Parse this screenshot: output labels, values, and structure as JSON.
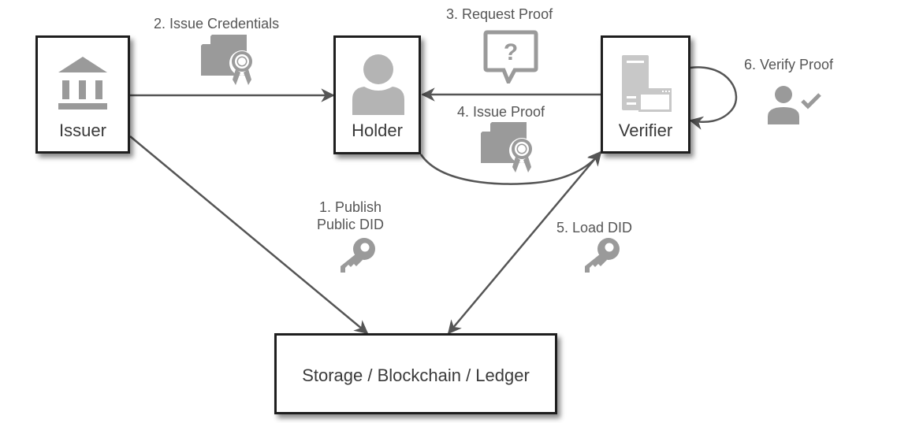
{
  "nodes": {
    "issuer": {
      "label": "Issuer",
      "icon": "bank-icon"
    },
    "holder": {
      "label": "Holder",
      "icon": "person-icon"
    },
    "verifier": {
      "label": "Verifier",
      "icon": "server-window-icon"
    },
    "ledger": {
      "label": "Storage / Blockchain / Ledger"
    }
  },
  "steps": [
    {
      "id": "publish",
      "label_line1": "1. Publish",
      "label_line2": "Public DID",
      "icon": "key-icon",
      "from": "Issuer",
      "to": "Storage / Blockchain / Ledger"
    },
    {
      "id": "issue-credentials",
      "label": "2. Issue Credentials",
      "icon": "certificate-icon",
      "from": "Issuer",
      "to": "Holder"
    },
    {
      "id": "request-proof",
      "label": "3. Request Proof",
      "icon": "question-bubble-icon",
      "from": "Verifier",
      "to": "Holder"
    },
    {
      "id": "issue-proof",
      "label": "4. Issue Proof",
      "icon": "certificate-icon",
      "from": "Holder",
      "to": "Verifier"
    },
    {
      "id": "load-did",
      "label": "5. Load DID",
      "icon": "key-icon",
      "from": "Storage / Blockchain / Ledger",
      "to": "Verifier",
      "bidirectional": true
    },
    {
      "id": "verify-proof",
      "label": "6. Verify Proof",
      "icon": "user-check-icon",
      "from": "Verifier",
      "to": "Verifier"
    }
  ],
  "colors": {
    "border": "#1e1e1e",
    "arrow": "#555555",
    "icon": "#9a9a9a",
    "text": "#3a3a3a"
  }
}
